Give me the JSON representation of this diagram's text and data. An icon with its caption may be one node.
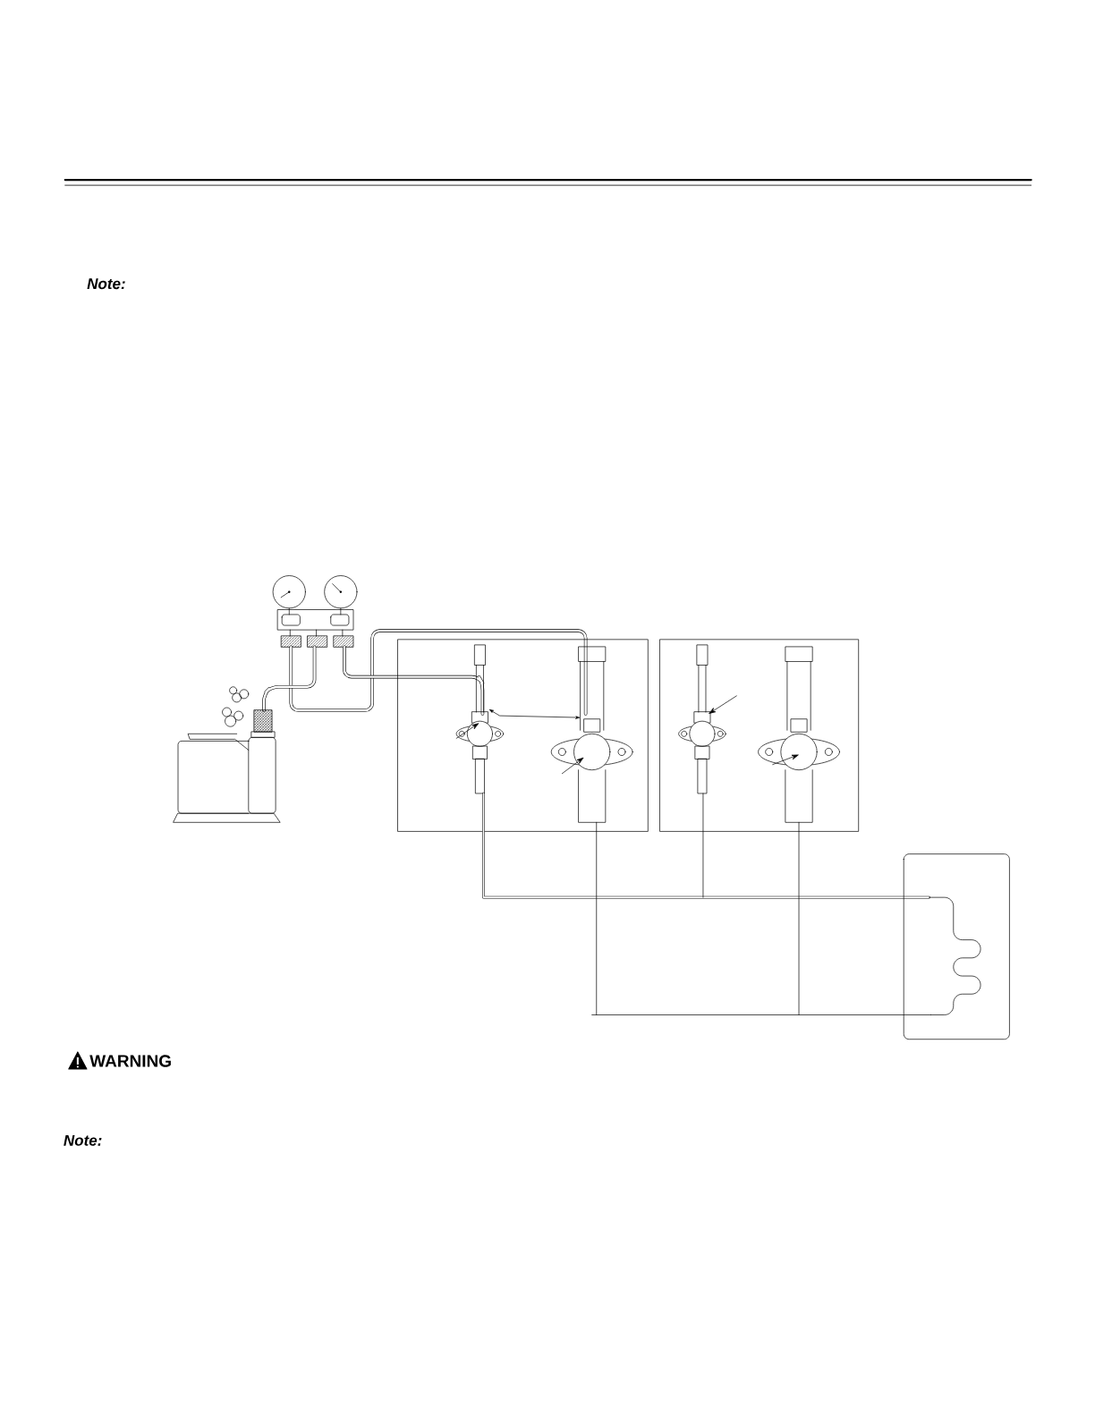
{
  "diagram": {
    "labels": [
      "Note:",
      "WARNING",
      "Note:"
    ]
  }
}
